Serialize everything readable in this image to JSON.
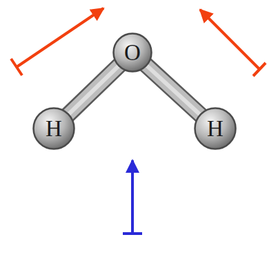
{
  "diagram": {
    "nodes": [
      {
        "text": [
          "O"
        ]
      },
      {
        "text": [
          "H"
        ]
      },
      {
        "text": [
          "H"
        ]
      }
    ],
    "edges": [
      {
        "from": 0,
        "to": 1,
        "arrow": "none"
      },
      {
        "from": 0,
        "to": 2,
        "arrow": "none"
      }
    ]
  }
}
